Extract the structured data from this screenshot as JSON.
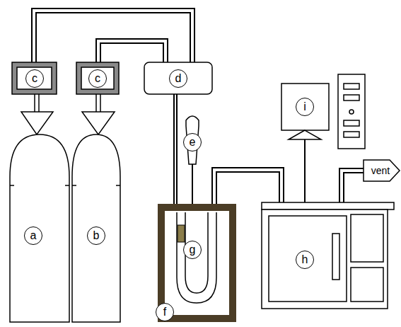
{
  "diagram": {
    "labels": [
      "c",
      "c",
      "d",
      "e",
      "i",
      "vent",
      "g",
      "a",
      "b",
      "h",
      "f"
    ]
  }
}
